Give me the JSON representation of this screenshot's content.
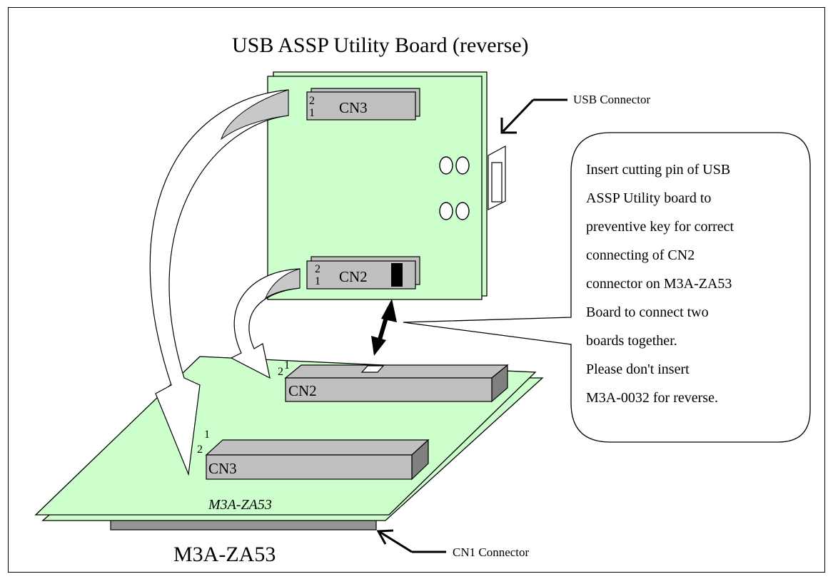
{
  "colors": {
    "board_green": "#ccffcc",
    "connector_gray": "#c0c0c0",
    "connector_side": "#808080",
    "connector_dark": "#969696",
    "key_black": "#000000",
    "arrow_fill": "#ffffff",
    "arrow_shade": "#c8c8c8",
    "outline": "#000000"
  },
  "title": "USB ASSP Utility Board (reverse)",
  "labels": {
    "usb_connector": "USB Connector",
    "cn1_connector": "CN1 Connector",
    "bottom_board_name": "M3A-ZA53",
    "bottom_board_silk": "M3A-ZA53"
  },
  "top_board": {
    "cn3": {
      "label": "CN3",
      "pin_top": "2",
      "pin_bottom": "1"
    },
    "cn2": {
      "label": "CN2",
      "pin_top": "2",
      "pin_bottom": "1"
    }
  },
  "bottom_board": {
    "cn2": {
      "label": "CN2",
      "pin_a": "2",
      "pin_b": "1"
    },
    "cn3": {
      "label": "CN3",
      "pin_a": "2",
      "pin_b": "1"
    }
  },
  "callout": {
    "lines": [
      "Insert cutting pin of USB",
      "ASSP Utility board to",
      "preventive key for correct",
      "connecting of CN2",
      "connector on M3A-ZA53",
      "Board to connect two",
      "boards together.",
      "Please don't insert",
      "M3A-0032 for reverse."
    ]
  },
  "icons": {
    "pointer_arrow": "pointer-arrow-icon",
    "double_arrow": "double-headed-arrow-icon",
    "curved_arrow": "curved-arrow-icon"
  }
}
